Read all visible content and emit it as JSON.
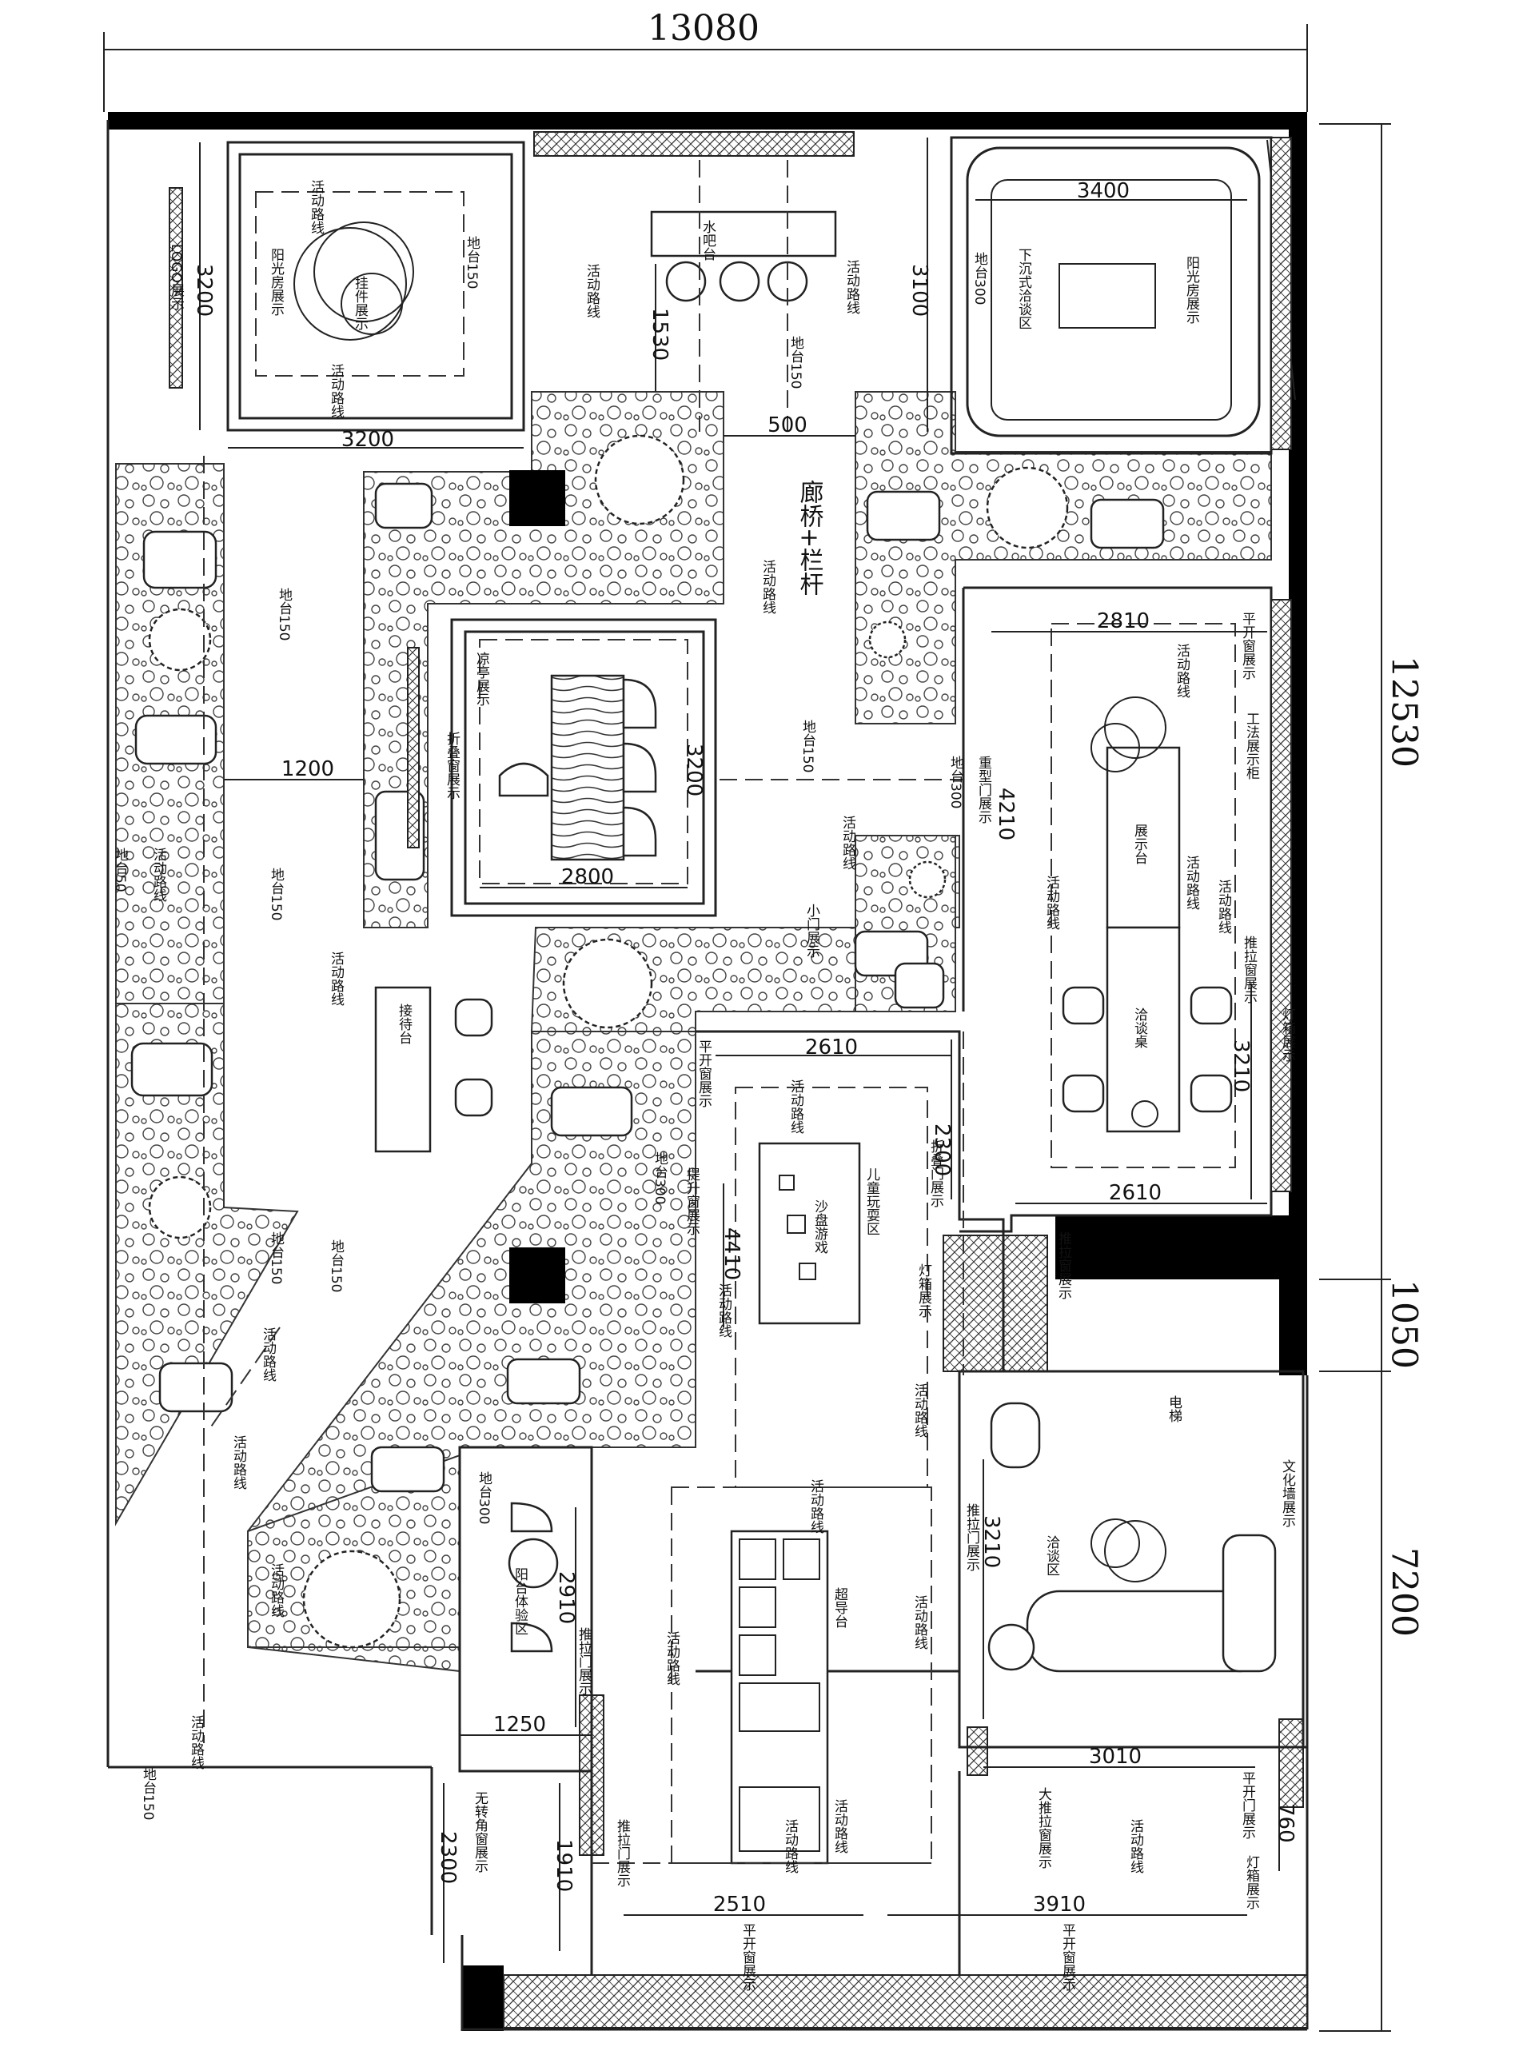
{
  "dimensions": {
    "top_total": "13080",
    "right_top": "12530",
    "right_mid": "1050",
    "right_bottom": "7200",
    "d3200_a": "3200",
    "d3200_b": "3200",
    "d3400": "3400",
    "d3100": "3100",
    "d1530": "1530",
    "d500": "500",
    "d2810": "2810",
    "d4210": "4210",
    "d1200": "1200",
    "d2800": "2800",
    "d3200_c": "3200",
    "d2610_a": "2610",
    "d2300_a": "2300",
    "d4410": "4410",
    "d3210_a": "3210",
    "d2610_b": "2610",
    "d3210_b": "3210",
    "d2910": "2910",
    "d1250": "1250",
    "d3010": "3010",
    "d760": "760",
    "d2300_b": "2300",
    "d1910": "1910",
    "d2510": "2510",
    "d3910": "3910"
  },
  "labels": {
    "logo_display": "LOGO展示",
    "sunroom_a": "阳光房展示",
    "activity_path_a": "活动路线",
    "activity_path_b": "活动路线",
    "ground_150_a": "地台150",
    "pendant_display": "挂件展示",
    "water_bar": "水吧台",
    "activity_path_c": "活动路线",
    "activity_path_d": "活动路线",
    "ground_150_b": "地台150",
    "sunroom_b": "阳光房展示",
    "sunken_talk": "下沉式洽谈区",
    "ground_300_a": "地台300",
    "corridor_bridge": "廊桥+栏杆",
    "activity_path_e": "活动路线",
    "activity_path_f": "活动路线",
    "ground_150_c": "地台150",
    "pavilion_display": "凉亭展示",
    "folding_window_display": "折叠窗展示",
    "ground_150_d": "地台150",
    "activity_path_g": "活动路线",
    "ground_150_e": "地台150",
    "activity_path_h": "活动路线",
    "ground_300_b": "地台300",
    "heavy_door": "重型门展示",
    "small_door": "小门展示",
    "casement_window_a": "平开窗展示",
    "activity_path_i": "活动路线",
    "craft_cabinet": "工法展示柜",
    "display_table": "展示台",
    "activity_path_j": "活动路线",
    "activity_path_k": "活动路线",
    "negotiation_table": "洽谈桌",
    "sliding_window_a": "推拉窗展示",
    "light_box_a": "灯箱展示",
    "ground_50": "地台50",
    "activity_path_l": "活动路线",
    "ground_150_f": "地台150",
    "activity_path_m": "活动路线",
    "reception": "接待台",
    "casement_window_b": "平开窗展示",
    "activity_path_n": "活动路线",
    "folding_door": "折叠门展示",
    "lift_window": "提升窗展示",
    "kids_area": "儿童玩耍区",
    "sandbox": "沙盘游戏",
    "ground_300_c": "地台300",
    "activity_path_o": "活动路线",
    "activity_path_p": "活动路线",
    "activity_path_q": "活动路线",
    "sliding_window_b": "推拉窗展示",
    "light_box_b": "灯箱展示",
    "ground_150_g": "地台150",
    "elevator": "电梯",
    "culture_wall": "文化墙展示",
    "activity_path_r": "活动路线",
    "ground_300_d": "地台300",
    "activity_path_s": "活动路线",
    "sliding_door_a": "推拉门展示",
    "talk_area": "洽谈区",
    "activity_path_t": "活动路线",
    "balcony_area": "阳台体验区",
    "sliding_door_b": "推拉门展示",
    "activity_path_u": "活动路线",
    "super_guide": "超导台",
    "activity_path_v": "活动路线",
    "activity_path_w": "活动路线",
    "ground_150_h": "地台150",
    "large_sliding_window": "大推拉窗展示",
    "flat_door": "平开门展示",
    "borderless_window": "无转角窗展示",
    "sliding_door_c": "推拉门展示",
    "activity_path_x": "活动路线",
    "activity_path_y": "活动路线",
    "light_box_c": "灯箱展示",
    "casement_window_c": "平开窗展示",
    "casement_window_d": "平开窗展示"
  },
  "colors": {
    "line": "#222222",
    "wall": "#000000",
    "paper": "#ffffff"
  }
}
